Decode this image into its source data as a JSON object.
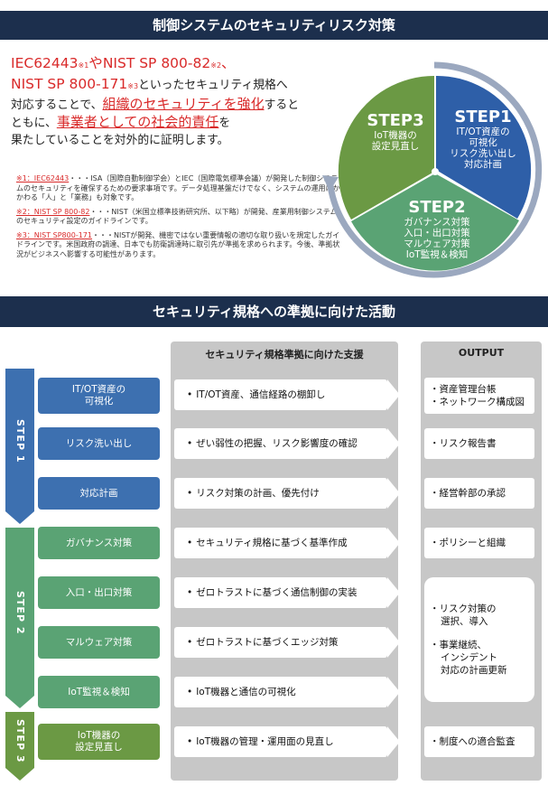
{
  "section1": {
    "title": "制御システムのセキュリティリスク対策",
    "intro": {
      "iec": "IEC62443",
      "n1": "※1",
      "ya": "や",
      "nist82": "NIST SP 800-82",
      "n2": "※2",
      "sep": "、",
      "nist171": "NIST SP 800-171",
      "n3": "※3",
      "l2tail": "といったセキュリティ規格へ",
      "l3a": "対応することで、",
      "l3b": "組織のセキュリティを強化",
      "l3c": "すると",
      "l4a": "ともに、",
      "l4b": "事業者としての社会的責任",
      "l4c": "を",
      "l5": "果たしていることを対外的に証明します。"
    },
    "notes": [
      {
        "head": "※1：IEC62443",
        "body": "・・・ISA（国際自動制御学会）とIEC（国際電気標準会議）が開発した制御システムのセキュリティを確保するための要求事項です。データ処理基盤だけでなく、システムの運用にかかわる「人」と「業務」も対象です。"
      },
      {
        "head": "※2：NIST SP 800-82",
        "body": "・・・NIST（米国立標準技術研究所、以下略）が開発、産業用制御システムのセキュリティ設定のガイドラインです。"
      },
      {
        "head": "※3：NIST SP800-171",
        "body": "・・・NISTが開発、機密ではない重要情報の適切な取り扱いを規定したガイドラインです。米国政府の調達、日本でも防衛調達時に取引先が準拠を求められます。今後、準拠状況がビジネスへ影響する可能性があります。"
      }
    ],
    "cycle": {
      "step3": {
        "title": "STEP3",
        "lines": [
          "IoT機器の",
          "設定見直し"
        ]
      },
      "step1": {
        "title": "STEP1",
        "lines": [
          "IT/OT資産の",
          "可視化",
          "リスク洗い出し",
          "対応計画"
        ]
      },
      "step2": {
        "title": "STEP2",
        "lines": [
          "ガバナンス対策",
          "入口・出口対策",
          "マルウェア対策",
          "IoT監視＆検知"
        ]
      }
    }
  },
  "section2": {
    "title": "セキュリティ規格への準拠に向けた活動",
    "support_title": "セキュリティ規格準拠に向けた支援",
    "output_title": "OUTPUT",
    "step_labels": [
      "STEP 1",
      "STEP 2",
      "STEP 3"
    ],
    "rows": [
      {
        "step": [
          "IT/OT資産の",
          "可視化"
        ],
        "support": "IT/OT資産、通信経路の棚卸し"
      },
      {
        "step": [
          "リスク洗い出し"
        ],
        "support": "ぜい弱性の把握、リスク影響度の確認"
      },
      {
        "step": [
          "対応計画"
        ],
        "support": "リスク対策の計画、優先付け"
      },
      {
        "step": [
          "ガバナンス対策"
        ],
        "support": "セキュリティ規格に基づく基準作成"
      },
      {
        "step": [
          "入口・出口対策"
        ],
        "support": "ゼロトラストに基づく通信制御の実装"
      },
      {
        "step": [
          "マルウェア対策"
        ],
        "support": "ゼロトラストに基づくエッジ対策"
      },
      {
        "step": [
          "IoT監視＆検知"
        ],
        "support": "IoT機器と通信の可視化"
      },
      {
        "step": [
          "IoT機器の",
          "設定見直し"
        ],
        "support": "IoT機器の管理・運用面の見直し"
      }
    ],
    "outputs": {
      "o1": [
        "・資産管理台帳",
        "・ネットワーク構成図"
      ],
      "o2": [
        "・リスク報告書"
      ],
      "o3": [
        "・経営幹部の承認"
      ],
      "o4": [
        "・ポリシーと組織"
      ],
      "o5a": [
        "・リスク対策の",
        "選択、導入"
      ],
      "o5b": [
        "・事業継続、",
        "インシデント",
        "対応の計画更新"
      ],
      "o6": [
        "・制度への適合監査"
      ]
    },
    "colors": {
      "step1": "#3d70b0",
      "step2": "#5aa374",
      "step3": "#6b9944",
      "band": "#1c2f4d",
      "panel": "#c7c7c7"
    }
  }
}
